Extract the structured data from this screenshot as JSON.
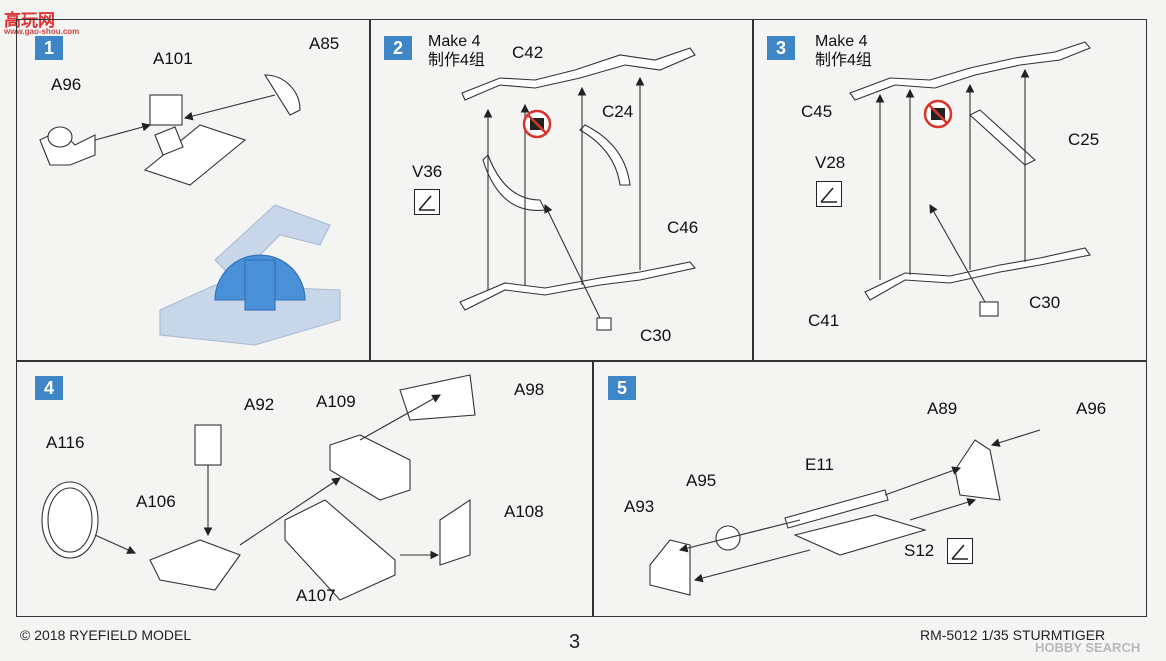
{
  "watermark": {
    "top_logo": "高玩网",
    "top_url": "www.gao-shou.com",
    "bottom_logo": "HOBBY SEARCH"
  },
  "steps": [
    {
      "number": "1",
      "labels": [
        "A101",
        "A85",
        "A96"
      ]
    },
    {
      "number": "2",
      "make_line1": "Make 4",
      "make_line2": "制作4组",
      "labels": [
        "C42",
        "C24",
        "V36",
        "C46",
        "C30"
      ]
    },
    {
      "number": "3",
      "make_line1": "Make 4",
      "make_line2": "制作4组",
      "labels": [
        "C45",
        "C25",
        "V28",
        "C30",
        "C41"
      ]
    },
    {
      "number": "4",
      "labels": [
        "A92",
        "A109",
        "A98",
        "A116",
        "A106",
        "A108",
        "A107"
      ]
    },
    {
      "number": "5",
      "labels": [
        "A89",
        "A96",
        "A95",
        "E11",
        "A93",
        "S12"
      ]
    }
  ],
  "footer": {
    "copyright": "© 2018 RYEFIELD MODEL",
    "page_number": "3",
    "product": "RM-5012 1/35 STURMTIGER"
  },
  "colors": {
    "step_badge": "#3f86c6",
    "highlight_blue": "#4a90d9",
    "prohibit_red": "#d9342b"
  }
}
